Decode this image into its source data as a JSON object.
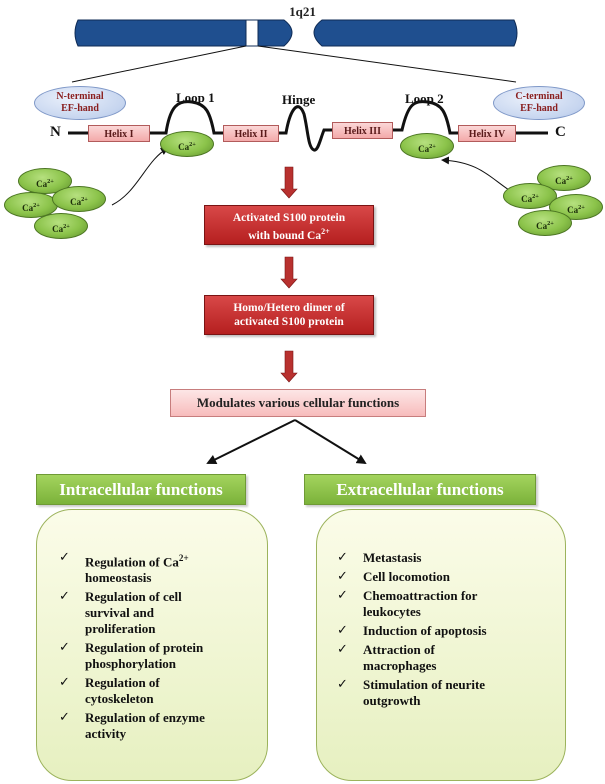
{
  "chromosome": {
    "label": "1q21",
    "color": "#1f4f8f"
  },
  "ef_hands": {
    "n_terminal": [
      "N-terminal",
      "EF-hand"
    ],
    "c_terminal": [
      "C-terminal",
      "EF-hand"
    ]
  },
  "protein": {
    "n_label": "N",
    "c_label": "C",
    "helices": [
      "Helix I",
      "Helix II",
      "Helix III",
      "Helix IV"
    ],
    "loops": [
      "Loop 1",
      "Loop 2"
    ],
    "hinge": "Hinge"
  },
  "calcium": {
    "label": "Ca",
    "charge": "2+"
  },
  "steps": {
    "activated": {
      "line1": "Activated S100 protein",
      "line2_prefix": "with bound Ca",
      "line2_sup": "2+"
    },
    "dimer": {
      "line1": "Homo/Hetero dimer of",
      "line2": "activated S100 protein"
    },
    "modulates": "Modulates various cellular functions"
  },
  "intracellular": {
    "title": "Intracellular functions",
    "items": [
      {
        "text": "Regulation of Ca",
        "sup": "2+",
        "cont": [
          "homeostasis"
        ]
      },
      {
        "text": "Regulation of cell",
        "cont": [
          "survival and",
          "proliferation"
        ]
      },
      {
        "text": "Regulation of protein",
        "cont": [
          "phosphorylation"
        ]
      },
      {
        "text": "Regulation of",
        "cont": [
          "cytoskeleton"
        ]
      },
      {
        "text": "Regulation of enzyme",
        "cont": [
          "activity"
        ]
      }
    ]
  },
  "extracellular": {
    "title": "Extracellular  functions",
    "items": [
      {
        "text": "Metastasis",
        "cont": []
      },
      {
        "text": "Cell locomotion",
        "cont": []
      },
      {
        "text": "Chemoattraction for",
        "cont": [
          "leukocytes"
        ]
      },
      {
        "text": "Induction of  apoptosis",
        "cont": []
      },
      {
        "text": "Attraction of",
        "cont": [
          "macrophages"
        ]
      },
      {
        "text": "Stimulation of neurite",
        "cont": [
          "outgrowth"
        ]
      }
    ]
  },
  "check_mark": "✓",
  "colors": {
    "arrow_red": "#b8312f",
    "header_green": "#8cc34a",
    "helix_pink": "#f5b3b3",
    "calcium_green": "#8bc34a"
  }
}
